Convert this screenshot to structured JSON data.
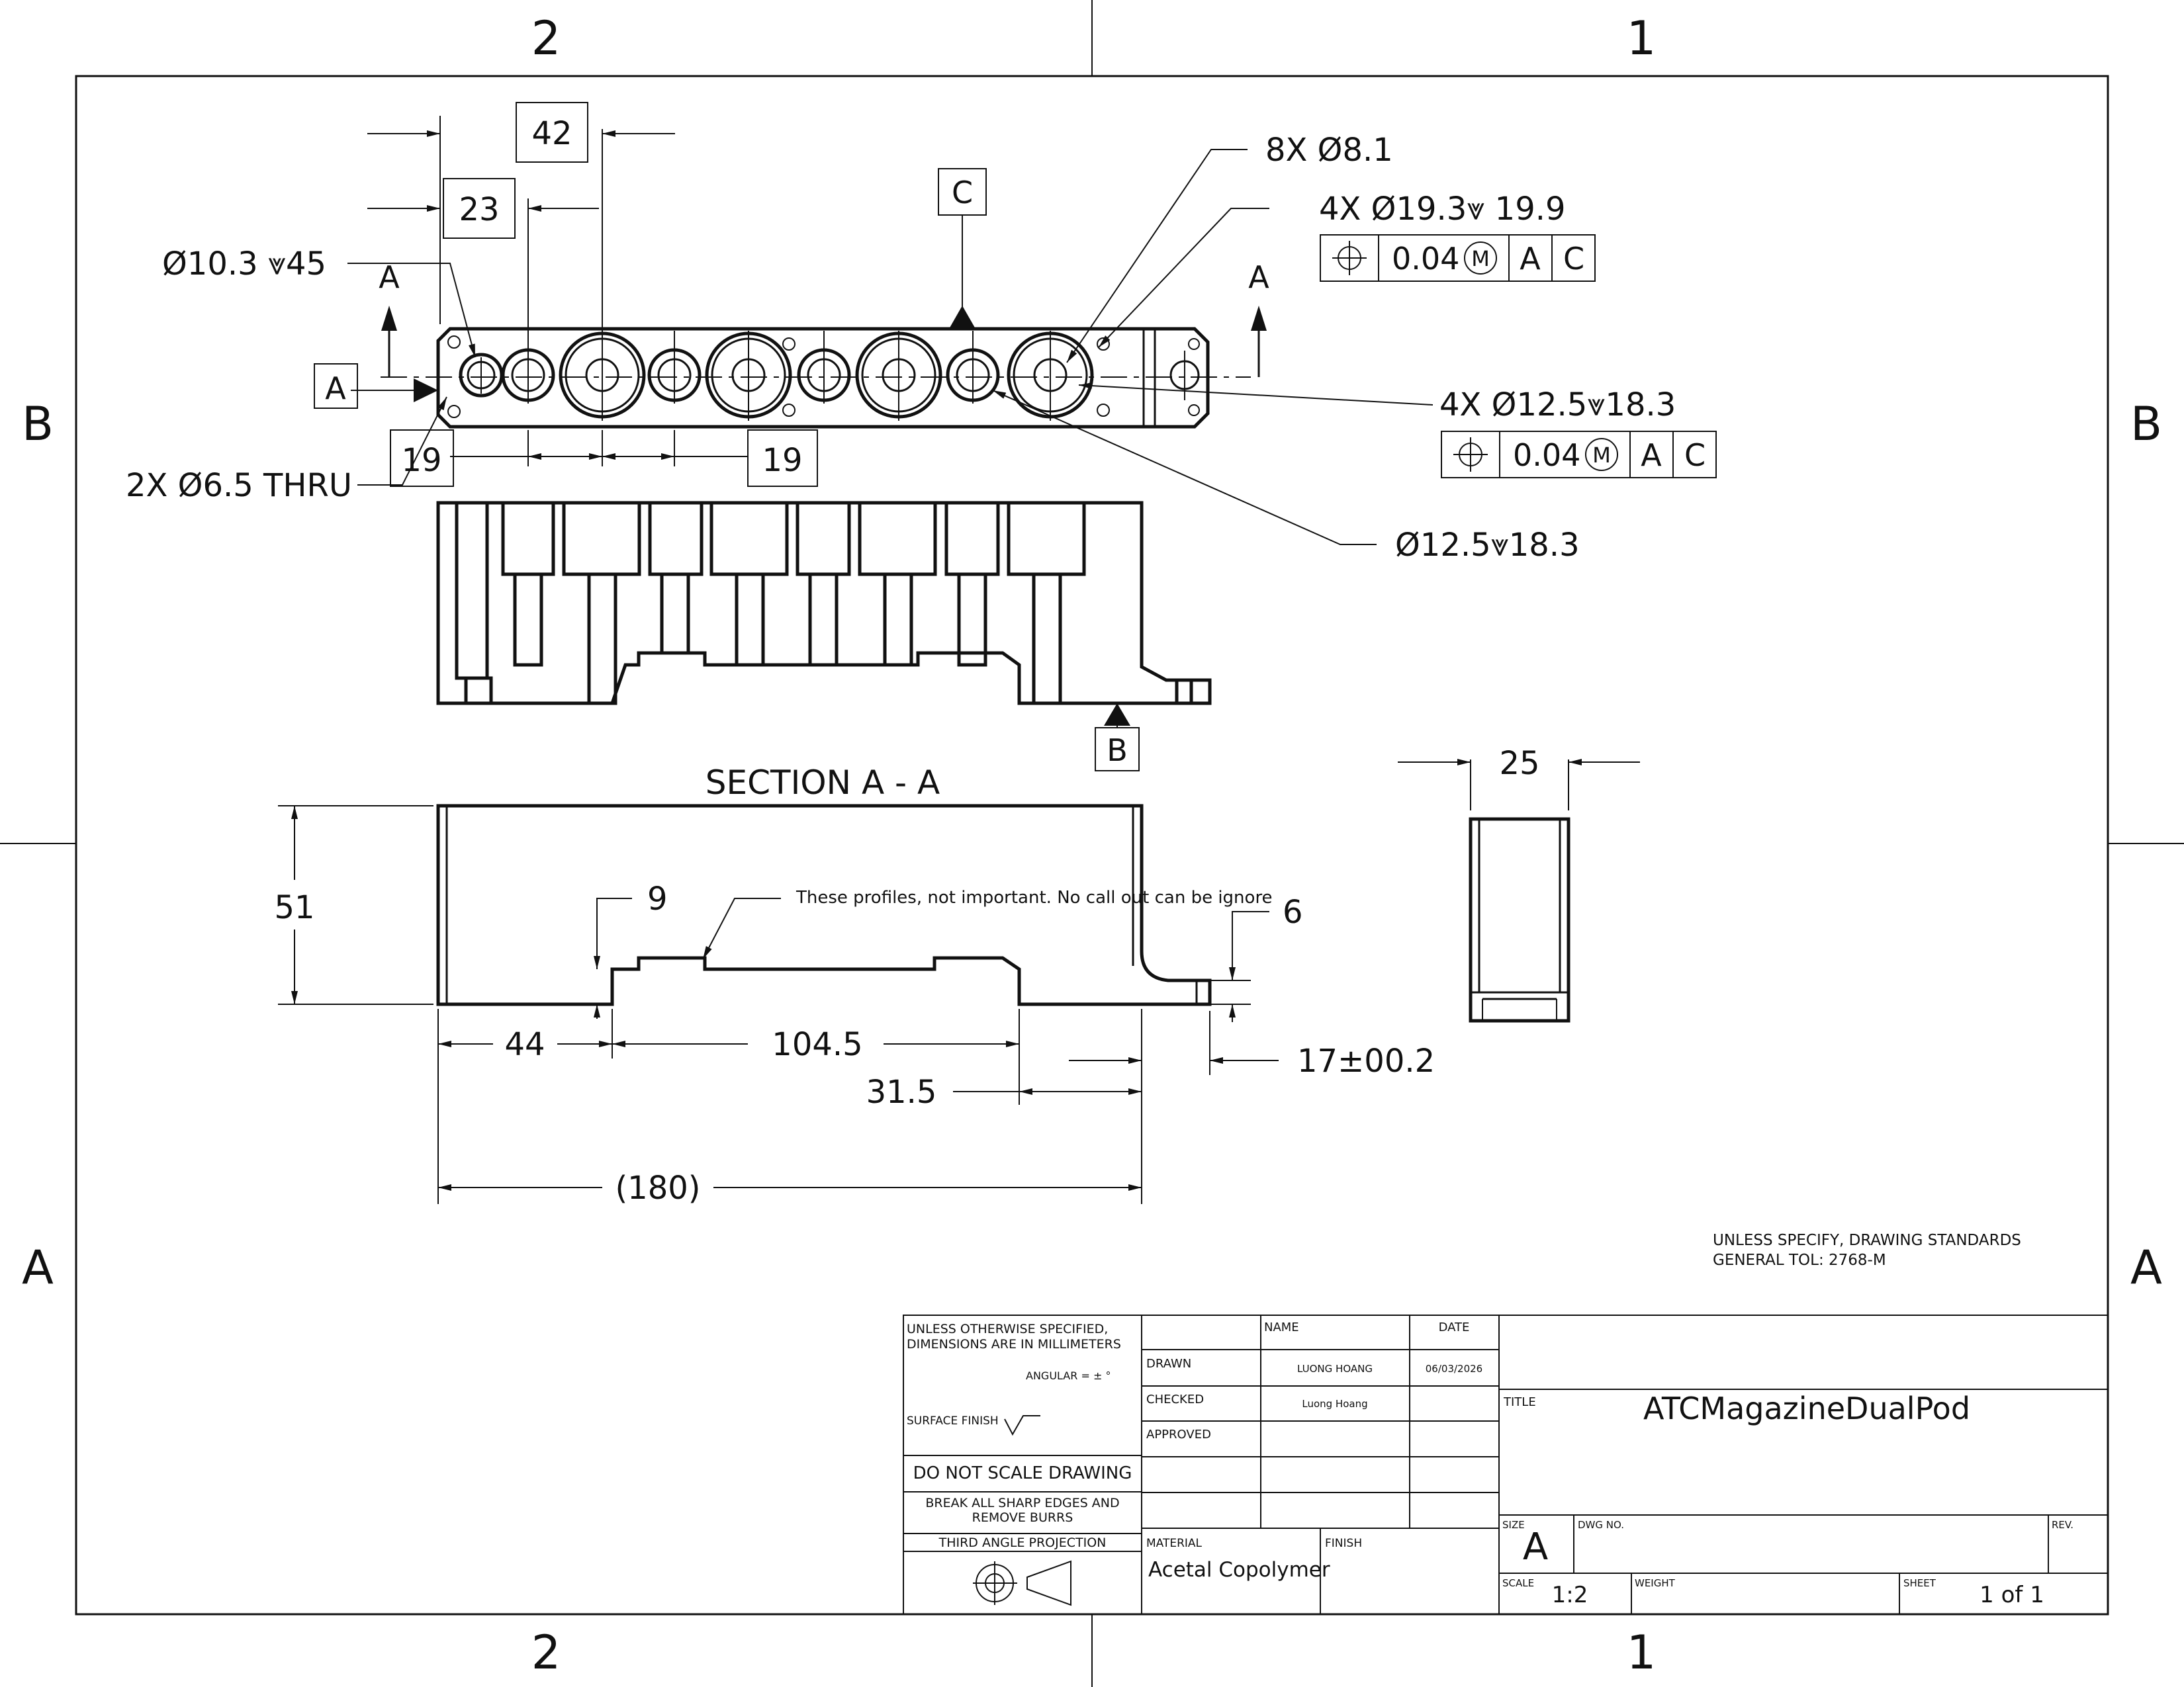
{
  "zones": {
    "top": [
      "2",
      "1"
    ],
    "bottom": [
      "2",
      "1"
    ],
    "left": [
      "B",
      "A"
    ],
    "right": [
      "B",
      "A"
    ]
  },
  "top_view": {
    "dim_basic_42": "42",
    "dim_basic_23": "23",
    "dim_basic_19_left": "19",
    "dim_basic_19_right": "19",
    "datum_a": "A",
    "datum_c": "C",
    "section_marker_left": "A",
    "section_marker_right": "A",
    "callout_ring_hole": "Ø10.3 ⩔45",
    "callout_8x": "8X Ø8.1",
    "callout_4x_19": "4X Ø19.3⩔ 19.9",
    "fcf_4x_19": {
      "tolerance": "0.04",
      "modifier": "M",
      "datum1": "A",
      "datum2": "C"
    },
    "callout_4x_12": "4X Ø12.5⩔18.3",
    "fcf_4x_12": {
      "tolerance": "0.04",
      "modifier": "M",
      "datum1": "A",
      "datum2": "C"
    },
    "callout_thru": "2X Ø6.5 THRU",
    "callout_12": "Ø12.5⩔18.3"
  },
  "section_view": {
    "datum_b": "B",
    "title": "SECTION A - A"
  },
  "front_view": {
    "dim_height": "51",
    "dim_step": "9",
    "note_profiles": "These profiles, not important. No call out can be ignore",
    "dim_flange": "6",
    "dim_left": "44",
    "dim_mid": "104.5",
    "dim_right": "31.5",
    "dim_overall": "(180)",
    "dim_flange_height": "17±00.2"
  },
  "side_view": {
    "dim_width": "25"
  },
  "general_note": {
    "line1": "UNLESS SPECIFY, DRAWING STANDARDS",
    "line2": "GENERAL TOL: 2768-M"
  },
  "title_block": {
    "unless_1": "UNLESS OTHERWISE SPECIFIED,",
    "unless_2": "DIMENSIONS ARE IN MILLIMETERS",
    "angular": "ANGULAR = ± °",
    "surface_finish": "SURFACE FINISH",
    "do_not_scale": "DO NOT SCALE DRAWING",
    "break_edges_1": "BREAK ALL SHARP EDGES AND",
    "break_edges_2": "REMOVE BURRS",
    "projection": "THIRD ANGLE PROJECTION",
    "hdr_name": "NAME",
    "hdr_date": "DATE",
    "drawn_label": "DRAWN",
    "drawn_name": "LUONG HOANG",
    "drawn_date": "06/03/2026",
    "checked_label": "CHECKED",
    "checked_name": "Luong Hoang",
    "approved_label": "APPROVED",
    "material_label": "MATERIAL",
    "material_value": "Acetal Copolymer",
    "finish_label": "FINISH",
    "title_label": "TITLE",
    "title_value": "ATCMagazineDualPod",
    "size_label": "SIZE",
    "size_value": "A",
    "dwg_no_label": "DWG NO.",
    "rev_label": "REV.",
    "scale_label": "SCALE",
    "scale_value": "1:2",
    "weight_label": "WEIGHT",
    "sheet_label": "SHEET",
    "sheet_value": "1 of 1"
  }
}
